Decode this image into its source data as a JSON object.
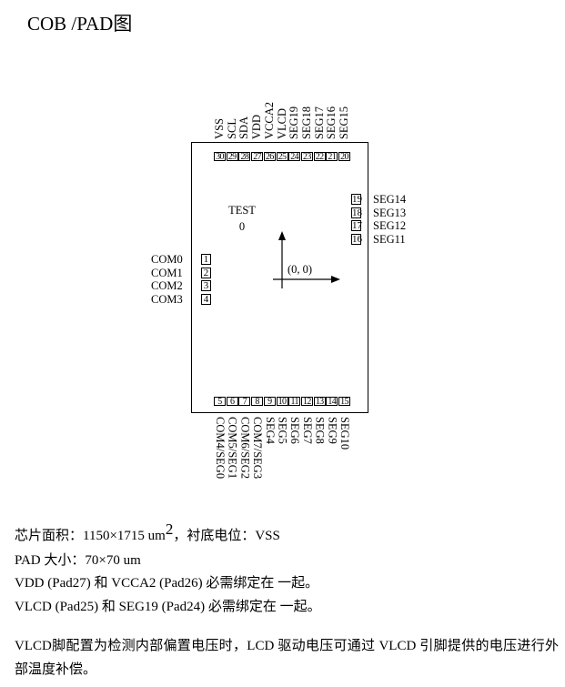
{
  "title": "COB /PAD图",
  "diagram": {
    "top_labels": [
      "VSS",
      "SCL",
      "SDA",
      "VDD",
      "VCCA2",
      "VLCD",
      "SEG19",
      "SEG18",
      "SEG17",
      "SEG16",
      "SEG15"
    ],
    "top_pads": [
      "30",
      "29",
      "28",
      "27",
      "26",
      "25",
      "24",
      "23",
      "22",
      "21",
      "20"
    ],
    "right_labels": [
      "SEG14",
      "SEG13",
      "SEG12",
      "SEG11"
    ],
    "right_pads": [
      "19",
      "18",
      "17",
      "16"
    ],
    "left_labels": [
      "COM0",
      "COM1",
      "COM2",
      "COM3"
    ],
    "left_pads": [
      "1",
      "2",
      "3",
      "4"
    ],
    "bottom_pads": [
      "5",
      "6",
      "7",
      "8",
      "9",
      "10",
      "11",
      "12",
      "13",
      "14",
      "15"
    ],
    "bottom_labels": [
      "COM4/SEG0",
      "COM5/SEG1",
      "COM6/SEG2",
      "COM7/SEG3",
      "SEG4",
      "SEG5",
      "SEG6",
      "SEG7",
      "SEG8",
      "SEG9",
      "SEG10"
    ],
    "test_label": "TEST",
    "test_pad": "0",
    "origin_label": "(0, 0)"
  },
  "info": {
    "chip_area_prefix": "芯片面积：1150×1715 um",
    "chip_area_sup": "2",
    "chip_area_suffix": "，衬底电位：VSS",
    "pad_size": "PAD  大小：70×70 um",
    "vdd_note": "VDD (Pad27) 和 VCCA2 (Pad26) 必需绑定在 一起。",
    "vlcd_note": "VLCD (Pad25) 和 SEG19 (Pad24) 必需绑定在 一起。",
    "paragraph": "VLCD脚配置为检测内部偏置电压时，LCD 驱动电压可通过 VLCD 引脚提供的电压进行外部温度补偿。"
  }
}
